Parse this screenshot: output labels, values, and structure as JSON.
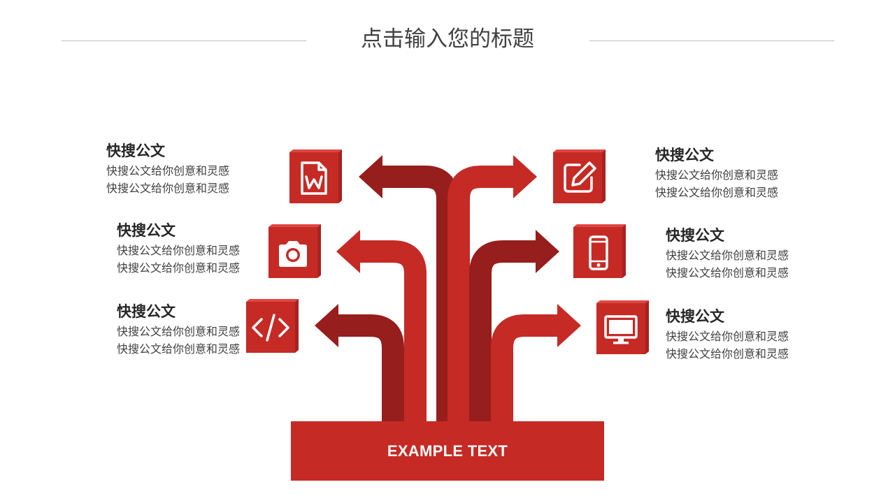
{
  "page": {
    "title": "点击输入您的标题"
  },
  "center": {
    "label": "EXAMPLE TEXT"
  },
  "left_items": [
    {
      "icon": "word-document-icon",
      "heading": "快搜公文",
      "body": "快搜公文给你创意和灵感快搜公文给你创意和灵感"
    },
    {
      "icon": "camera-icon",
      "heading": "快搜公文",
      "body": "快搜公文给你创意和灵感快搜公文给你创意和灵感"
    },
    {
      "icon": "code-icon",
      "heading": "快搜公文",
      "body": "快搜公文给你创意和灵感快搜公文给你创意和灵感"
    }
  ],
  "right_items": [
    {
      "icon": "edit-pencil-icon",
      "heading": "快搜公文",
      "body": "快搜公文给你创意和灵感快搜公文给你创意和灵感"
    },
    {
      "icon": "mobile-phone-icon",
      "heading": "快搜公文",
      "body": "快搜公文给你创意和灵感快搜公文给你创意和灵感"
    },
    {
      "icon": "monitor-icon",
      "heading": "快搜公文",
      "body": "快搜公文给你创意和灵感快搜公文给你创意和灵感"
    }
  ],
  "colors": {
    "primary_red": "#c62a25",
    "dark_red": "#961e1c",
    "cube_side": "#a82220",
    "cube_top": "#e04641",
    "title_text": "#404040",
    "heading_text": "#262626"
  }
}
